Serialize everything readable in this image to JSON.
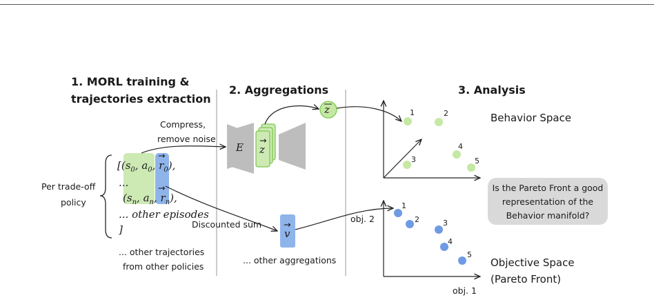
{
  "sections": {
    "training_title_line1": "1. MORL training &",
    "training_title_line2": "trajectories extraction",
    "aggregations_title": "2. Aggregations",
    "analysis_title": "3. Analysis"
  },
  "left": {
    "policy_label_line1": "Per trade-off",
    "policy_label_line2": "policy",
    "traj_line1_open": "[(",
    "traj_line1_s": "s",
    "traj_line1_s_sub": "0",
    "traj_line1_a": "a",
    "traj_line1_a_sub": "0",
    "traj_line1_r": "r",
    "traj_line1_r_sub": "0",
    "traj_line1_close": "),",
    "traj_dots": "...",
    "traj_line3_open": "(",
    "traj_line3_s": "s",
    "traj_line3_s_sub": "n",
    "traj_line3_a": "a",
    "traj_line3_a_sub": "n",
    "traj_line3_r": "r",
    "traj_line3_r_sub": "n",
    "traj_line3_close": "),",
    "other_episodes": "... other episodes",
    "close_bracket": "]",
    "other_traj_line1": "... other trajectories",
    "other_traj_line2": "from other policies"
  },
  "middle": {
    "compress_line1": "Compress,",
    "compress_line2": "remove noise",
    "encoder": "E",
    "z_vec": "z",
    "z_bar": "z",
    "discounted_sum": "Discounted sum",
    "v_vec": "v",
    "other_aggregations": "... other aggregations"
  },
  "right": {
    "behavior_space": "Behavior Space",
    "objective_space_line1": "Objective Space",
    "objective_space_line2": "(Pareto Front)",
    "question_line1": "Is the Pareto Front a good",
    "question_line2": "representation of the",
    "question_line3": "Behavior manifold?",
    "obj2": "obj. 2",
    "obj1": "obj. 1",
    "behavior_points": [
      "1",
      "2",
      "3",
      "4",
      "5"
    ],
    "objective_points": [
      "1",
      "2",
      "3",
      "4",
      "5"
    ]
  },
  "colors": {
    "green_fill": "#cde9b4",
    "green_point": "#c5e8a4",
    "green_stroke": "#7ec850",
    "blue_fill": "#8fb4ea",
    "blue_point": "#6f9ae4",
    "gray_shape": "#bdbdbd",
    "question_bg": "#d9d9d9"
  }
}
